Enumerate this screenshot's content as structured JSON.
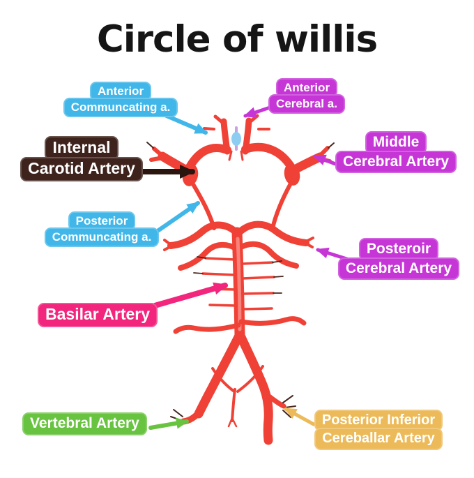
{
  "title": "Circle of willis",
  "colors": {
    "background": "#ffffff",
    "title_text": "#151515",
    "label_text": "#ffffff",
    "blue": "#41b6e8",
    "magenta": "#c635d6",
    "brown": "#3e231c",
    "pink": "#f1267c",
    "green": "#68c340",
    "orange": "#ecba58",
    "artery_red": "#ef4136",
    "artery_light": "#f8837a",
    "artery_tip": "#47261f",
    "acoa_blue": "#8ecdf2",
    "acoa_lavender": "#c7a3e2",
    "arrow_black": "#2b150f"
  },
  "labels": {
    "anterior_communicating": {
      "line1": "Anterior",
      "line2": "Communcating a."
    },
    "anterior_cerebral": {
      "line1": "Anterior",
      "line2": "Cerebral a."
    },
    "internal_carotid": {
      "line1": "Internal",
      "line2": "Carotid Artery"
    },
    "middle_cerebral": {
      "line1": "Middle",
      "line2": "Cerebral Artery"
    },
    "posterior_communicating": {
      "line1": "Posterior",
      "line2": "Communcating a."
    },
    "posterior_cerebral": {
      "line1": "Posteroir",
      "line2": "Cerebral Artery"
    },
    "basilar": {
      "line1": "Basilar Artery"
    },
    "vertebral": {
      "line1": "Vertebral Artery"
    },
    "posterior_inferior_cerebellar": {
      "line1": "Posterior Inferior",
      "line2": "Cereballar Artery"
    }
  }
}
